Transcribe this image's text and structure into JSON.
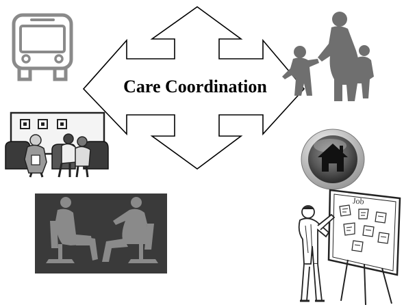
{
  "diagram": {
    "center_label": "Care Coordination",
    "job_board_label": "Job"
  },
  "icons": {
    "bus": "bus-icon",
    "family": "family-silhouette-icon",
    "waiting_room": "waiting-room-clipart",
    "counseling": "counseling-session-photo",
    "home_button": "home-icon",
    "job_board": "job-board-clipart"
  },
  "colors": {
    "bus_stroke": "#8a8a8a",
    "family_fill": "#6f6f6f",
    "photo_bg": "#3a3a3a",
    "photo_figures": "#8a8a8a",
    "home_button": "#5a5a5a"
  }
}
